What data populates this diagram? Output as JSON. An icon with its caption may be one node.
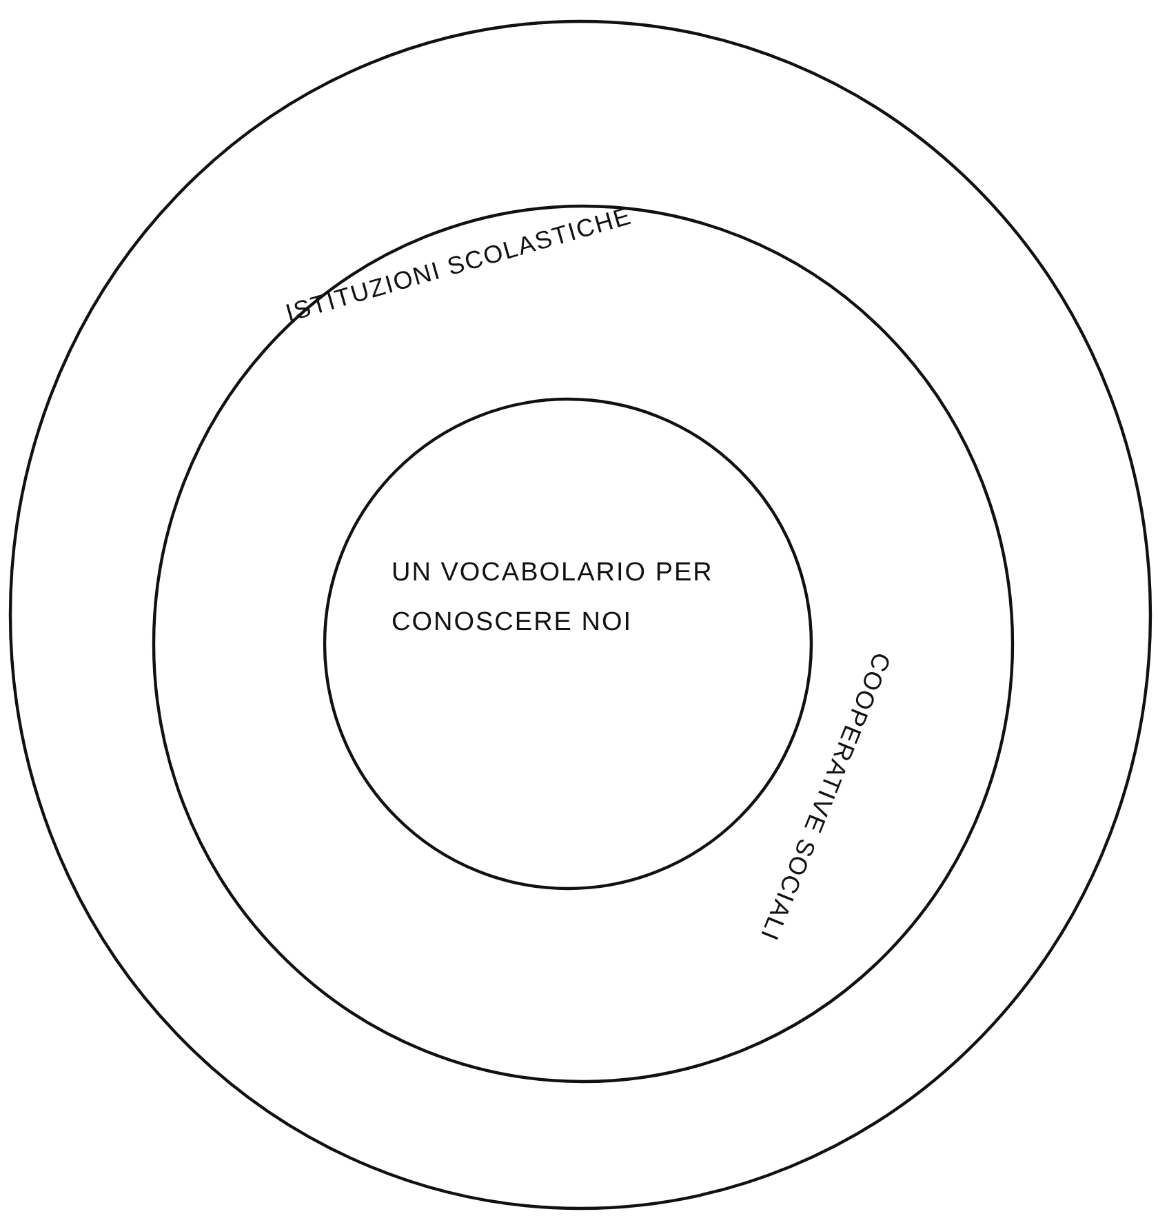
{
  "diagram": {
    "nodes": [
      {
        "text": [],
        "shape": "circle"
      },
      {
        "text": [
          "ISTITUZIONI SCOLASTICHE",
          "COOPERATIVE SOCIALI"
        ],
        "in": 0
      },
      {
        "text": [
          "UN VOCABOLARIO PER CONOSCERE NOI"
        ],
        "in": 1
      }
    ]
  }
}
